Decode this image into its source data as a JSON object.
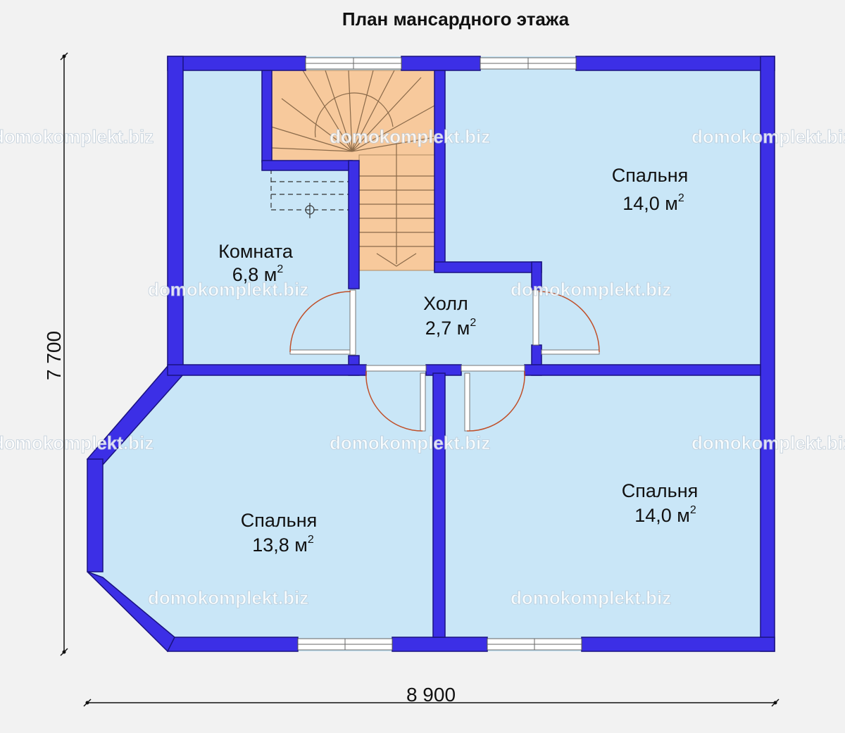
{
  "title": "План мансардного этажа",
  "dimensions": {
    "width": "8 900",
    "height": "7 700"
  },
  "rooms": [
    {
      "name": "Комната",
      "area": "6,8 м",
      "unit_exp": "2"
    },
    {
      "name": "Холл",
      "area": "2,7 м",
      "unit_exp": "2"
    },
    {
      "name": "Спальня",
      "area": "14,0 м",
      "unit_exp": "2"
    },
    {
      "name": "Спальня",
      "area": "13,8 м",
      "unit_exp": "2"
    },
    {
      "name": "Спальня",
      "area": "14,0 м",
      "unit_exp": "2"
    }
  ],
  "watermark": "domokomplekt.biz",
  "colors": {
    "wall": "#3c2fe6",
    "wall_stroke": "#1a1280",
    "floor": "#c9e6f7",
    "stair": "#f7c99c",
    "door_arc": "#c0502a",
    "background": "#f2f2f2"
  }
}
